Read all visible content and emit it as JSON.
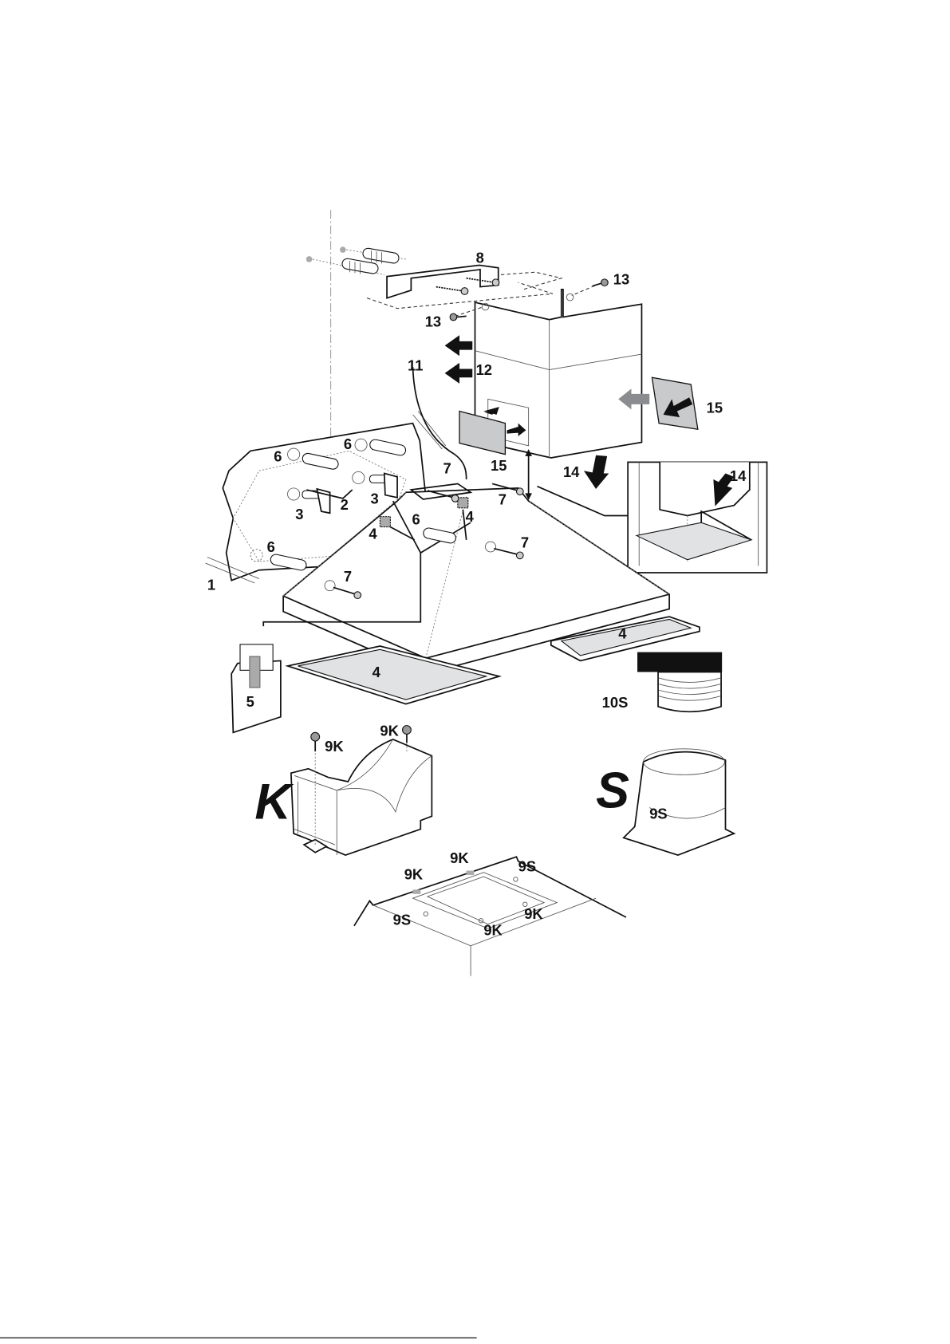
{
  "title": "Cooker hood installation exploded view",
  "callouts": {
    "bracket": "8",
    "screw_chimney_right": "13",
    "screw_chimney_left": "13",
    "cable": "11",
    "chimney_slide": "12",
    "side_panel_right": "15",
    "side_panel_left": "15",
    "chimney_down": "14",
    "chimney_down_detail": "14",
    "plug_a": "6",
    "plug_b": "6",
    "plug_c": "6",
    "plug_d": "6",
    "hook_ref": "2",
    "hook_a": "3",
    "hook_b": "3",
    "screw_a": "7",
    "filter_clip_a": "4",
    "screw_b": "7",
    "filter_clip_b": "4",
    "screw_c": "7",
    "screw_d": "7",
    "template": "1",
    "filter_right": "4",
    "filter_left": "4",
    "adjust_screw": "5",
    "pipe": "10S",
    "k_screw_a": "9K",
    "k_screw_b": "9K",
    "k_letter": "K",
    "s_letter": "S",
    "s_adaptor": "9S",
    "plate_9k_top": "9K",
    "plate_9s_top": "9S",
    "plate_9k_left": "9K",
    "plate_9s_left": "9S",
    "plate_9k_right": "9K",
    "plate_9k_bottom": "9K"
  },
  "colors": {
    "panel_grey": "#c9cacc",
    "filter_grey": "#e1e2e4",
    "ink": "#111111",
    "arrow_grey": "#8a8c8f"
  }
}
